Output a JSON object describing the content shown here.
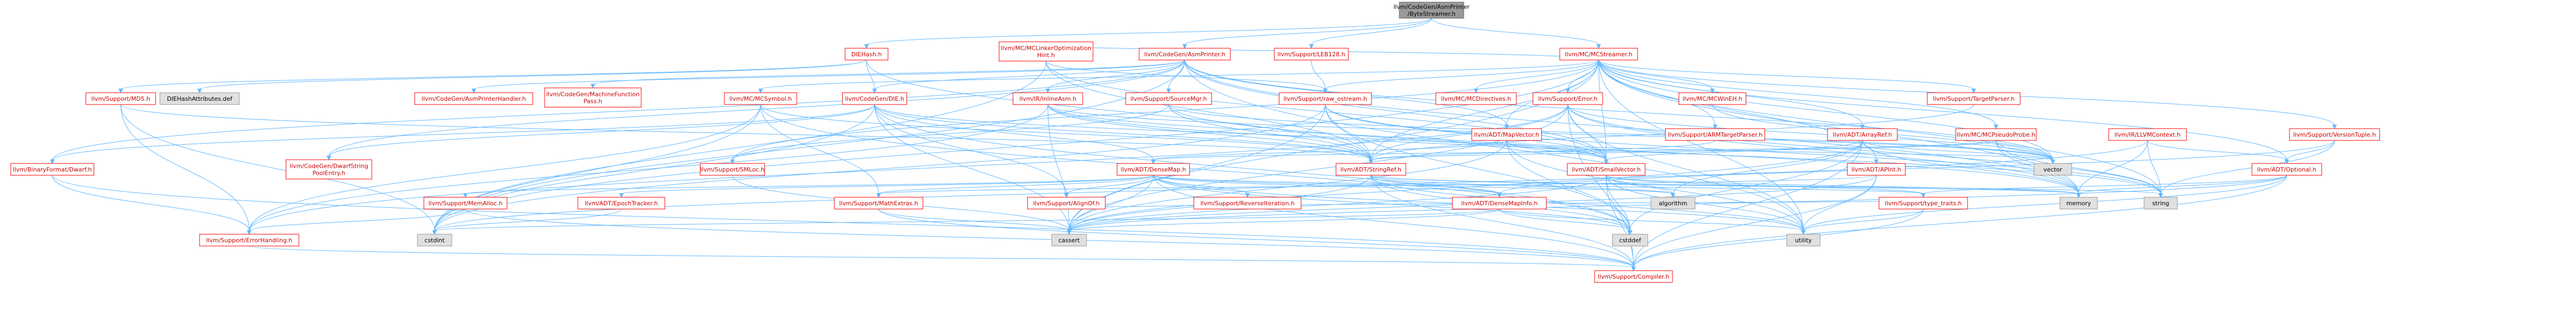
{
  "colors": {
    "node_fill": "#ffffff",
    "node_border_red": "#ff0000",
    "node_border_gray": "#999999",
    "root_fill": "#999999",
    "root_border": "#666666",
    "sys_fill": "#e0e0e0",
    "link_text": "#cc0000",
    "plain_text": "#000000",
    "edge": "#63b8ff"
  },
  "nodes": [
    {
      "id": "root",
      "lines": [
        "llvm/CodeGen/AsmPrinter",
        "/ByteStreamer.h"
      ],
      "kind": "root"
    },
    {
      "id": "dihash",
      "lines": [
        "DIEHash.h"
      ],
      "kind": "link"
    },
    {
      "id": "asmprinter",
      "lines": [
        "llvm/CodeGen/AsmPrinter.h"
      ],
      "kind": "link"
    },
    {
      "id": "leb128",
      "lines": [
        "llvm/Support/LEB128.h"
      ],
      "kind": "link"
    },
    {
      "id": "mcstreamer",
      "lines": [
        "llvm/MC/MCStreamer.h"
      ],
      "kind": "link"
    },
    {
      "id": "md5",
      "lines": [
        "llvm/Support/MD5.h"
      ],
      "kind": "link"
    },
    {
      "id": "diehashdef",
      "lines": [
        "DIEHashAttributes.def"
      ],
      "kind": "sys"
    },
    {
      "id": "mclinker",
      "lines": [
        "llvm/MC/MCLinkerOptimization",
        "Hint.h"
      ],
      "kind": "link"
    },
    {
      "id": "cgdie",
      "lines": [
        "llvm/CodeGen/DIE.h"
      ],
      "kind": "link"
    },
    {
      "id": "mcsymbol",
      "lines": [
        "llvm/MC/MCSymbol.h"
      ],
      "kind": "link"
    },
    {
      "id": "cgaph",
      "lines": [
        "llvm/CodeGen/AsmPrinterHandler.h"
      ],
      "kind": "link"
    },
    {
      "id": "cgmfp",
      "lines": [
        "llvm/CodeGen/MachineFunction",
        "Pass.h"
      ],
      "kind": "link"
    },
    {
      "id": "irinlineasm",
      "lines": [
        "llvm/IR/InlineAsm.h"
      ],
      "kind": "link"
    },
    {
      "id": "srcmgr",
      "lines": [
        "llvm/Support/SourceMgr.h"
      ],
      "kind": "link"
    },
    {
      "id": "rawostream",
      "lines": [
        "llvm/Support/raw_ostream.h"
      ],
      "kind": "link"
    },
    {
      "id": "mcdirectives",
      "lines": [
        "llvm/MC/MCDirectives.h"
      ],
      "kind": "link"
    },
    {
      "id": "error",
      "lines": [
        "llvm/Support/Error.h"
      ],
      "kind": "link"
    },
    {
      "id": "mcwinen",
      "lines": [
        "llvm/MC/MCWinEH.h"
      ],
      "kind": "link"
    },
    {
      "id": "armtp",
      "lines": [
        "llvm/Support/ARMTargetParser.h"
      ],
      "kind": "link"
    },
    {
      "id": "arrayref",
      "lines": [
        "llvm/ADT/ArrayRef.h"
      ],
      "kind": "link"
    },
    {
      "id": "mcpseudo",
      "lines": [
        "llvm/MC/MCPseudoProbe.h"
      ],
      "kind": "link"
    },
    {
      "id": "mapvector",
      "lines": [
        "llvm/ADT/MapVector.h"
      ],
      "kind": "link"
    },
    {
      "id": "tparser",
      "lines": [
        "llvm/Support/TargetParser.h"
      ],
      "kind": "link"
    },
    {
      "id": "llvmctx",
      "lines": [
        "llvm/IR/LLVMContext.h"
      ],
      "kind": "link"
    },
    {
      "id": "vtuple",
      "lines": [
        "llvm/Support/VersionTuple.h"
      ],
      "kind": "link"
    },
    {
      "id": "bfd",
      "lines": [
        "llvm/BinaryFormat/Dwarf.h"
      ],
      "kind": "link"
    },
    {
      "id": "dwarfstr",
      "lines": [
        "llvm/CodeGen/DwarfString",
        "PoolEntry.h"
      ],
      "kind": "link"
    },
    {
      "id": "smloc",
      "lines": [
        "llvm/Support/SMLoc.h"
      ],
      "kind": "link"
    },
    {
      "id": "densemap",
      "lines": [
        "llvm/ADT/DenseMap.h"
      ],
      "kind": "link"
    },
    {
      "id": "stringref",
      "lines": [
        "llvm/ADT/StringRef.h"
      ],
      "kind": "link"
    },
    {
      "id": "smallvector",
      "lines": [
        "llvm/ADT/SmallVector.h"
      ],
      "kind": "link"
    },
    {
      "id": "apint",
      "lines": [
        "llvm/ADT/APInt.h"
      ],
      "kind": "link"
    },
    {
      "id": "vector",
      "lines": [
        "vector"
      ],
      "kind": "sys"
    },
    {
      "id": "optional",
      "lines": [
        "llvm/ADT/Optional.h"
      ],
      "kind": "link"
    },
    {
      "id": "memalloc",
      "lines": [
        "llvm/Support/MemAlloc.h"
      ],
      "kind": "link"
    },
    {
      "id": "epoch",
      "lines": [
        "llvm/ADT/EpochTracker.h"
      ],
      "kind": "link"
    },
    {
      "id": "mathextras",
      "lines": [
        "llvm/Support/MathExtras.h"
      ],
      "kind": "link"
    },
    {
      "id": "alignof",
      "lines": [
        "llvm/Support/AlignOf.h"
      ],
      "kind": "link"
    },
    {
      "id": "reviter",
      "lines": [
        "llvm/Support/ReverseIteration.h"
      ],
      "kind": "link"
    },
    {
      "id": "densemapinfo",
      "lines": [
        "llvm/ADT/DenseMapInfo.h"
      ],
      "kind": "link"
    },
    {
      "id": "algorithm",
      "lines": [
        "algorithm"
      ],
      "kind": "sys"
    },
    {
      "id": "typetraits",
      "lines": [
        "llvm/Support/type_traits.h"
      ],
      "kind": "link"
    },
    {
      "id": "memory",
      "lines": [
        "memory"
      ],
      "kind": "sys"
    },
    {
      "id": "string",
      "lines": [
        "string"
      ],
      "kind": "sys"
    },
    {
      "id": "errhandling",
      "lines": [
        "llvm/Support/ErrorHandling.h"
      ],
      "kind": "link"
    },
    {
      "id": "cstdint",
      "lines": [
        "cstdint"
      ],
      "kind": "sys"
    },
    {
      "id": "cassert",
      "lines": [
        "cassert"
      ],
      "kind": "sys"
    },
    {
      "id": "cstddef",
      "lines": [
        "cstddef"
      ],
      "kind": "sys"
    },
    {
      "id": "utility",
      "lines": [
        "utility"
      ],
      "kind": "sys"
    },
    {
      "id": "compiler",
      "lines": [
        "llvm/Support/Compiler.h"
      ],
      "kind": "link"
    }
  ],
  "edges": [
    [
      "root",
      "dihash"
    ],
    [
      "root",
      "asmprinter"
    ],
    [
      "root",
      "leb128"
    ],
    [
      "root",
      "mcstreamer"
    ],
    [
      "dihash",
      "md5"
    ],
    [
      "dihash",
      "diehashdef"
    ],
    [
      "dihash",
      "cgdie"
    ],
    [
      "dihash",
      "stringref"
    ],
    [
      "asmprinter",
      "cgaph"
    ],
    [
      "asmprinter",
      "cgmfp"
    ],
    [
      "asmprinter",
      "irinlineasm"
    ],
    [
      "asmprinter",
      "srcmgr"
    ],
    [
      "asmprinter",
      "mapvector"
    ],
    [
      "asmprinter",
      "smallvector"
    ],
    [
      "asmprinter",
      "cgdie"
    ],
    [
      "asmprinter",
      "cstdint"
    ],
    [
      "asmprinter",
      "memory"
    ],
    [
      "asmprinter",
      "utility"
    ],
    [
      "asmprinter",
      "vector"
    ],
    [
      "asmprinter",
      "bfd"
    ],
    [
      "asmprinter",
      "dwarfstr"
    ],
    [
      "leb128",
      "rawostream"
    ],
    [
      "mcstreamer",
      "mclinker"
    ],
    [
      "mcstreamer",
      "mcdirectives"
    ],
    [
      "mcstreamer",
      "error"
    ],
    [
      "mcstreamer",
      "mcwinen"
    ],
    [
      "mcstreamer",
      "armtp"
    ],
    [
      "mcstreamer",
      "arrayref"
    ],
    [
      "mcstreamer",
      "mcpseudo"
    ],
    [
      "mcstreamer",
      "tparser"
    ],
    [
      "mcstreamer",
      "vtuple"
    ],
    [
      "mcstreamer",
      "mapvector"
    ],
    [
      "mcstreamer",
      "smallvector"
    ],
    [
      "mcstreamer",
      "stringref"
    ],
    [
      "mcstreamer",
      "optional"
    ],
    [
      "mcstreamer",
      "smloc"
    ],
    [
      "mcstreamer",
      "mcsymbol"
    ],
    [
      "mcstreamer",
      "cassert"
    ],
    [
      "mcstreamer",
      "cstdint"
    ],
    [
      "mcstreamer",
      "memory"
    ],
    [
      "mcstreamer",
      "string"
    ],
    [
      "mcstreamer",
      "utility"
    ],
    [
      "mcstreamer",
      "vector"
    ],
    [
      "mcstreamer",
      "apint"
    ],
    [
      "mcstreamer",
      "rawostream"
    ],
    [
      "md5",
      "stringref"
    ],
    [
      "md5",
      "errhandling"
    ],
    [
      "md5",
      "cstdint"
    ],
    [
      "mclinker",
      "rawostream"
    ],
    [
      "mclinker",
      "stringref"
    ],
    [
      "mclinker",
      "cstdint"
    ],
    [
      "mclinker",
      "smallvector"
    ],
    [
      "cgdie",
      "densemap"
    ],
    [
      "cgdie",
      "bfd"
    ],
    [
      "cgdie",
      "dwarfstr"
    ],
    [
      "cgdie",
      "smallvector"
    ],
    [
      "cgdie",
      "stringref"
    ],
    [
      "cgdie",
      "alignof"
    ],
    [
      "cgdie",
      "cassert"
    ],
    [
      "cgdie",
      "cstddef"
    ],
    [
      "cgdie",
      "cstdint"
    ],
    [
      "mcsymbol",
      "stringref"
    ],
    [
      "mcsymbol",
      "mathextras"
    ],
    [
      "mcsymbol",
      "errhandling"
    ],
    [
      "mcsymbol",
      "cstddef"
    ],
    [
      "mcsymbol",
      "cstdint"
    ],
    [
      "irinlineasm",
      "smallvector"
    ],
    [
      "irinlineasm",
      "stringref"
    ],
    [
      "irinlineasm",
      "errhandling"
    ],
    [
      "irinlineasm",
      "cassert"
    ],
    [
      "irinlineasm",
      "string"
    ],
    [
      "irinlineasm",
      "vector"
    ],
    [
      "srcmgr",
      "smloc"
    ],
    [
      "srcmgr",
      "memory"
    ],
    [
      "srcmgr",
      "vector"
    ],
    [
      "srcmgr",
      "stringref"
    ],
    [
      "rawostream",
      "stringref"
    ],
    [
      "rawostream",
      "smallvector"
    ],
    [
      "rawostream",
      "cassert"
    ],
    [
      "rawostream",
      "cstddef"
    ],
    [
      "rawostream",
      "cstdint"
    ],
    [
      "rawostream",
      "string"
    ],
    [
      "error",
      "stringref"
    ],
    [
      "error",
      "errhandling"
    ],
    [
      "error",
      "compiler"
    ],
    [
      "error",
      "smallvector"
    ],
    [
      "error",
      "cassert"
    ],
    [
      "error",
      "memory"
    ],
    [
      "error",
      "string"
    ],
    [
      "error",
      "utility"
    ],
    [
      "error",
      "vector"
    ],
    [
      "mcwinen",
      "vector"
    ],
    [
      "armtp",
      "stringref"
    ],
    [
      "arrayref",
      "smallvector"
    ],
    [
      "arrayref",
      "compiler"
    ],
    [
      "arrayref",
      "algorithm"
    ],
    [
      "arrayref",
      "memory"
    ],
    [
      "arrayref",
      "vector"
    ],
    [
      "arrayref",
      "cassert"
    ],
    [
      "arrayref",
      "cstddef"
    ],
    [
      "mcpseudo",
      "densemap"
    ],
    [
      "mcpseudo",
      "memory"
    ],
    [
      "mcpseudo",
      "string"
    ],
    [
      "mcpseudo",
      "vector"
    ],
    [
      "mcpseudo",
      "stringref"
    ],
    [
      "mapvector",
      "densemap"
    ],
    [
      "mapvector",
      "smallvector"
    ],
    [
      "mapvector",
      "cassert"
    ],
    [
      "mapvector",
      "cstddef"
    ],
    [
      "mapvector",
      "vector"
    ],
    [
      "mapvector",
      "utility"
    ],
    [
      "tparser",
      "stringref"
    ],
    [
      "llvmctx",
      "optional"
    ],
    [
      "llvmctx",
      "memory"
    ],
    [
      "llvmctx",
      "string"
    ],
    [
      "llvmctx",
      "cstdint"
    ],
    [
      "vtuple",
      "optional"
    ],
    [
      "vtuple",
      "densemapinfo"
    ],
    [
      "vtuple",
      "string"
    ],
    [
      "bfd",
      "errhandling"
    ],
    [
      "bfd",
      "compiler"
    ],
    [
      "smloc",
      "cassert"
    ],
    [
      "densemap",
      "densemapinfo"
    ],
    [
      "densemap",
      "epoch"
    ],
    [
      "densemap",
      "alignof"
    ],
    [
      "densemap",
      "compiler"
    ],
    [
      "densemap",
      "mathextras"
    ],
    [
      "densemap",
      "memalloc"
    ],
    [
      "densemap",
      "reviter"
    ],
    [
      "densemap",
      "typetraits"
    ],
    [
      "densemap",
      "algorithm"
    ],
    [
      "densemap",
      "cassert"
    ],
    [
      "densemap",
      "cstddef"
    ],
    [
      "densemap",
      "utility"
    ],
    [
      "stringref",
      "densemapinfo"
    ],
    [
      "stringref",
      "compiler"
    ],
    [
      "stringref",
      "algorithm"
    ],
    [
      "stringref",
      "cassert"
    ],
    [
      "stringref",
      "cstddef"
    ],
    [
      "stringref",
      "memory"
    ],
    [
      "stringref",
      "string"
    ],
    [
      "stringref",
      "utility"
    ],
    [
      "smallvector",
      "compiler"
    ],
    [
      "smallvector",
      "typetraits"
    ],
    [
      "smallvector",
      "algorithm"
    ],
    [
      "smallvector",
      "cassert"
    ],
    [
      "smallvector",
      "cstddef"
    ],
    [
      "smallvector",
      "memory"
    ],
    [
      "smallvector",
      "utility"
    ],
    [
      "apint",
      "compiler"
    ],
    [
      "apint",
      "mathextras"
    ],
    [
      "apint",
      "cassert"
    ],
    [
      "apint",
      "utility"
    ],
    [
      "optional",
      "compiler"
    ],
    [
      "optional",
      "typetraits"
    ],
    [
      "optional",
      "cassert"
    ],
    [
      "optional",
      "memory"
    ],
    [
      "optional",
      "utility"
    ],
    [
      "memalloc",
      "compiler"
    ],
    [
      "memalloc",
      "errhandling"
    ],
    [
      "epoch",
      "cstdint"
    ],
    [
      "mathextras",
      "compiler"
    ],
    [
      "mathextras",
      "cassert"
    ],
    [
      "alignof",
      "typetraits"
    ],
    [
      "densemapinfo",
      "cassert"
    ],
    [
      "densemapinfo",
      "cstddef"
    ],
    [
      "densemapinfo",
      "cstdint"
    ],
    [
      "densemapinfo",
      "utility"
    ],
    [
      "typetraits",
      "compiler"
    ],
    [
      "typetraits",
      "utility"
    ],
    [
      "errhandling",
      "compiler"
    ]
  ]
}
